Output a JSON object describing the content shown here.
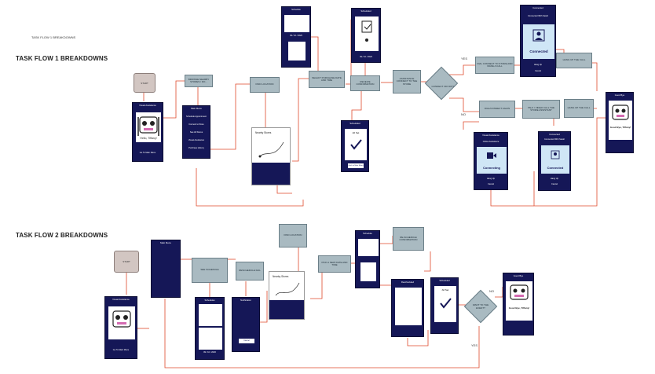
{
  "caption": "TASK FLOW 1 BREAKDOWNS",
  "flow1": {
    "title": "TASK FLOW 1 BREAKDOWNS",
    "start": "START",
    "boxes": {
      "b1": "BROWSE NEARBY STORES / DO...",
      "b2": "FIND LOCATION",
      "b3": "SELECT PURCHASE DATE AND TIME",
      "b4": "RECEIVE CONFIRMATION",
      "b5": "ASSISTANCE CONNECT TO THE STORE",
      "b6": "DIAL CONNECT TO STORE AND MAKE A CALL",
      "b7": "DIAL/CONNECT AGAIN",
      "b8": "TALK / VIDEO CALL THE STORE ASSISTANT",
      "b9": "HANG UP THE CALL",
      "b10": "HANG UP THE CALL"
    },
    "decision": "CONNECT OR NOT?",
    "yes": "YES",
    "no": "NO",
    "phones": {
      "visual": {
        "title": "Visual Assistance",
        "caption": "Go To Main Menu"
      },
      "menu": {
        "title": "Main Menu",
        "items": [
          "Schedule Appointment",
          "Connect to Store",
          "See All Stores",
          "Visual Assistance",
          "Purchase History"
        ]
      },
      "map": {
        "search": "Nearby Stores"
      },
      "calendar": {
        "title": "Schedule",
        "date": "09 / 10 / 2020"
      },
      "scheduled": {
        "title": "Scheduled",
        "date": "09 / 10 / 2020"
      },
      "done": {
        "title": "Scheduled",
        "label": "All Set",
        "button": "Back to Main Menu"
      },
      "connected1": {
        "title": "Connected",
        "header": "Connected With Sarah",
        "status": "Connected",
        "hang": "Hang Up",
        "cancel": "Cancel"
      },
      "connecting": {
        "title": "Visual Assistance",
        "header": "Online Assistance",
        "status": "Connecting",
        "hang": "Hang Up",
        "cancel": "Cancel"
      },
      "connected2": {
        "title": "Connected",
        "header": "Connected With Sarah",
        "status": "Connected",
        "hang": "Hang Up",
        "cancel": "Cancel"
      },
      "end": {
        "title": "Good Bye",
        "caption": "Good Bye, Tiffany!"
      }
    }
  },
  "flow2": {
    "title": "TASK FLOW 2 BREAKDOWNS",
    "start": "START",
    "boxes": {
      "c1": "SEE SCHEDULE",
      "c2": "RESCHEDULE FAIL",
      "c3": "FIND LOCATION",
      "c4": "PICK A NEW DATE AND TIME",
      "c5": "RE-SCHEDULE CONFIRMATION"
    },
    "decision": "WANT TO THE EVENT?",
    "yes": "YES",
    "no": "NO",
    "phones": {
      "visual": {
        "title": "Visual Assistance",
        "caption": "Go To Main Menu"
      },
      "menu": {
        "title": "Main Menu"
      },
      "sched": {
        "title": "Schedules",
        "date1": "09 / 10 / 2020",
        "date2": "09 / 10 / 2020"
      },
      "notif": {
        "title": "Notification",
        "btn": "Cancel"
      },
      "map": {
        "search": "Nearby Stores"
      },
      "calendar": {
        "title": "Schedule"
      },
      "resched": {
        "title": "Rescheduled"
      },
      "done": {
        "title": "Scheduled",
        "label": "All Set"
      },
      "end": {
        "title": "Good Bye",
        "caption": "Good Bye, Tiffany!"
      }
    }
  },
  "colors": {
    "phone": "#151757",
    "box": "#a9bac1",
    "line": "#e0492b",
    "connectBlue": "#cfe6f6"
  }
}
